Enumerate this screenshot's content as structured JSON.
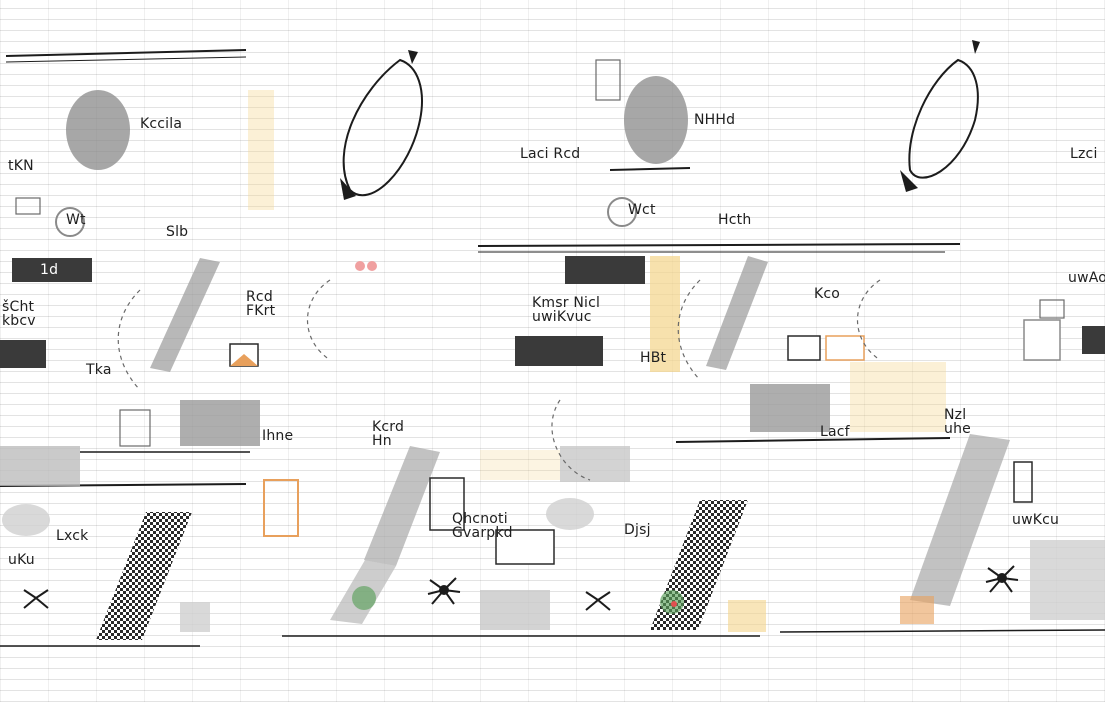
{
  "labels": {
    "t01": "Kccila",
    "t02": "tKN",
    "t03": "Wt",
    "t04": "Slb",
    "t05": "1d",
    "t06": "šCht\nkbcv",
    "t07": "Tka",
    "t08": "Rcd\nFKrt",
    "t09": "Ihne",
    "t10": "Kcrd\nHn",
    "t11": "Lxck",
    "t12": "uKu",
    "t13": "NHHd",
    "t14": "Laci Rcd",
    "t15": "Wct",
    "t16": "Hcth",
    "t17": "Kmsr Nicl\nuwiKvuc",
    "t18": "HBt",
    "t19": "Kco",
    "t20": "Lacf",
    "t21": "Qhcnoti\nGvarpkd",
    "t22": "Djsj",
    "t23": "Lzci",
    "t24": "Nzl\nuhe",
    "t25": "uwKcu",
    "t26": "uwAoki"
  },
  "colors": {
    "ink": "#1c1c1c",
    "dark_block": "#3a3a3a",
    "mid_gray": "#8a8a8a",
    "light_gray": "#cfcfcf",
    "highlight_yellow": "#f3d48a",
    "accent_orange": "#e8a05c",
    "accent_red": "#e05050",
    "accent_green": "#5aa05a",
    "accent_pink": "#f0a0a0"
  }
}
